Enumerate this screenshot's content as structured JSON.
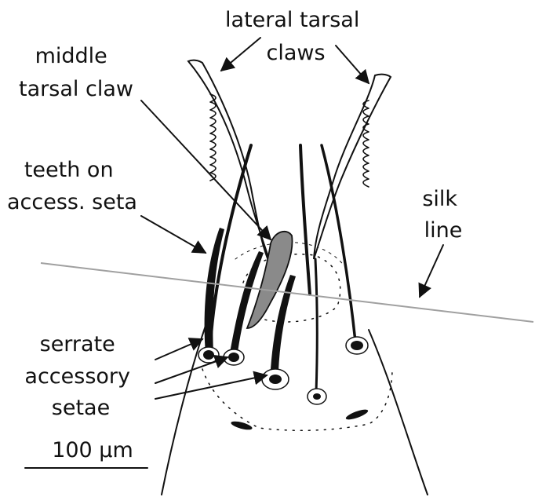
{
  "labels": {
    "lateral_claws": [
      "lateral tarsal",
      "claws"
    ],
    "middle_claw": [
      "middle",
      "tarsal claw"
    ],
    "teeth": [
      "teeth on",
      "access. seta"
    ],
    "silk": [
      "silk",
      "line"
    ],
    "serrate": [
      "serrate",
      "accessory",
      "setae"
    ]
  },
  "scale_bar": {
    "label": "100 µm"
  },
  "colors": {
    "ink": "#111111",
    "shading": "#8a8a8a",
    "silk_line": "#a0a0a0",
    "background": "#ffffff"
  }
}
